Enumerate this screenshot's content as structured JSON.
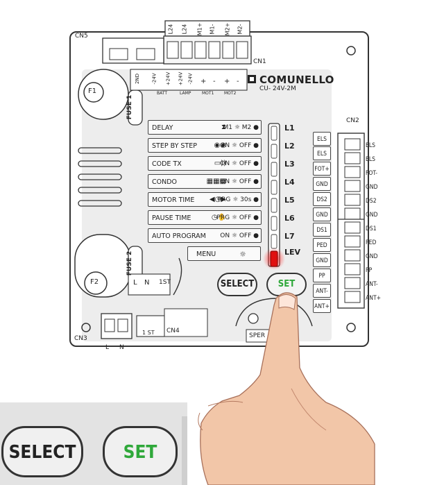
{
  "board": {
    "brand": "COMUNELLO",
    "model": "CU- 24V-2M",
    "connectors": {
      "cn1": "CN1",
      "cn2": "CN2",
      "cn3": "CN3",
      "cn4": "CN4",
      "cn5": "CN5"
    },
    "fuses": {
      "f1": "F1",
      "f2": "F2",
      "fuse1": "FUSE 1",
      "fuse2": "FUSE 2"
    },
    "top_terminals": [
      "L24",
      "L24",
      "M1+",
      "M1-",
      "M2+",
      "M2-"
    ],
    "power_labels": [
      "2ND",
      "-24V",
      "+24V",
      "+24V",
      "-24V",
      "+",
      "-",
      "+",
      "-"
    ],
    "group_labels": [
      "BATT",
      "LAMP",
      "MOT1",
      "MOT2"
    ],
    "cn3_labels": [
      "L",
      "N"
    ],
    "cn4_label": "1 ST",
    "small_terminals": [
      "L",
      "N",
      "1ST"
    ],
    "sper_label": "SPER"
  },
  "menu": [
    {
      "name": "DELAY",
      "symbol": "⧗",
      "option": "M1 ☼ M2 ●"
    },
    {
      "name": "STEP BY STEP",
      "symbol": "◉◉",
      "option": "ON ☼ OFF ●"
    },
    {
      "name": "CODE TX",
      "symbol": "▭))",
      "option": "ON ☼ OFF ●"
    },
    {
      "name": "CONDO",
      "symbol": "▦▦▦",
      "option": "ON ☼ OFF ●"
    },
    {
      "name": "MOTOR TIME",
      "symbol": "◀◷▶",
      "option": "PRG ☼ 30s ●"
    },
    {
      "name": "PAUSE TIME",
      "symbol": "◷✋",
      "option": "PRG ☼ OFF ●"
    },
    {
      "name": "AUTO PROGRAM",
      "symbol": "",
      "option": "ON ☼ OFF ●"
    },
    {
      "name": "MENU",
      "symbol": "",
      "option": "☼"
    }
  ],
  "leds": [
    "L1",
    "L2",
    "L3",
    "L4",
    "L5",
    "L6",
    "L7",
    "LEV"
  ],
  "left_terminals": [
    "ELS",
    "ELS",
    "FOT+",
    "GND",
    "DS2",
    "GND",
    "DS1",
    "PED",
    "GND",
    "PP",
    "ANT-",
    "ANT+"
  ],
  "cn2_terminals": [
    "ELS",
    "ELS",
    "FOT-",
    "GND",
    "DS2",
    "GND",
    "DS1",
    "PED",
    "GND",
    "PP",
    "ANT-",
    "ANT+"
  ],
  "buttons": {
    "select": "SELECT",
    "set": "SET"
  },
  "zoom": {
    "select": "SELECT",
    "set": "SET"
  },
  "colors": {
    "led_active": "#e01010",
    "set_text": "#2fa83a",
    "board_line": "#333333",
    "panel_fill": "#ededed",
    "skin": "#f2c6a8"
  }
}
